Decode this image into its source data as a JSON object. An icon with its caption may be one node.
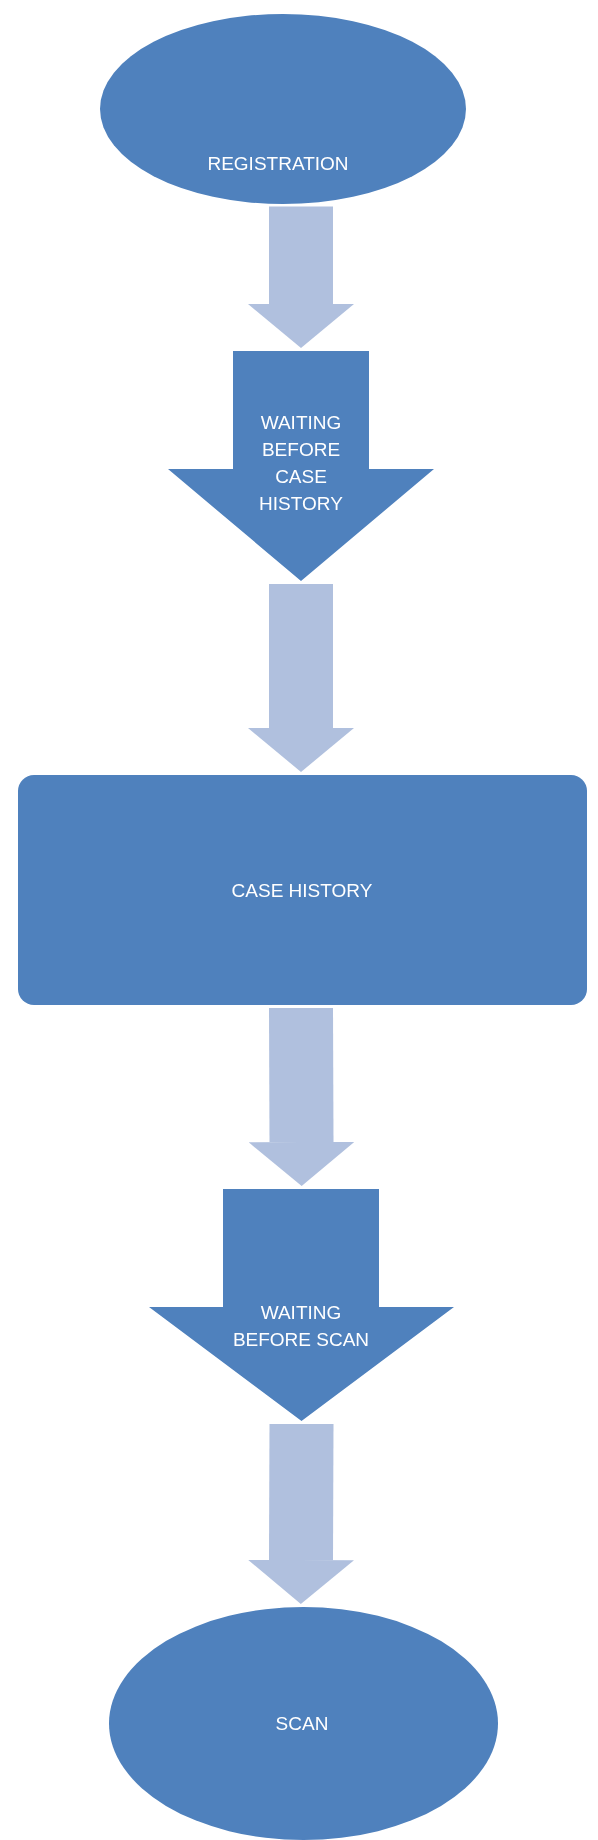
{
  "diagram": {
    "nodes": [
      {
        "text": [
          "REGISTRATION"
        ]
      },
      {
        "text": [
          "WAITING BEFORE CASE HISTORY"
        ]
      },
      {
        "text": [
          "CASE HISTORY"
        ]
      },
      {
        "text": [
          "WAITING BEFORE SCAN"
        ]
      },
      {
        "text": [
          "SCAN"
        ]
      }
    ],
    "edges": [
      {
        "from": 0,
        "to": 1,
        "arrow": "to"
      },
      {
        "from": 1,
        "to": 2,
        "arrow": "to"
      },
      {
        "from": 2,
        "to": 3,
        "arrow": "to"
      },
      {
        "from": 3,
        "to": 4,
        "arrow": "to"
      }
    ]
  }
}
